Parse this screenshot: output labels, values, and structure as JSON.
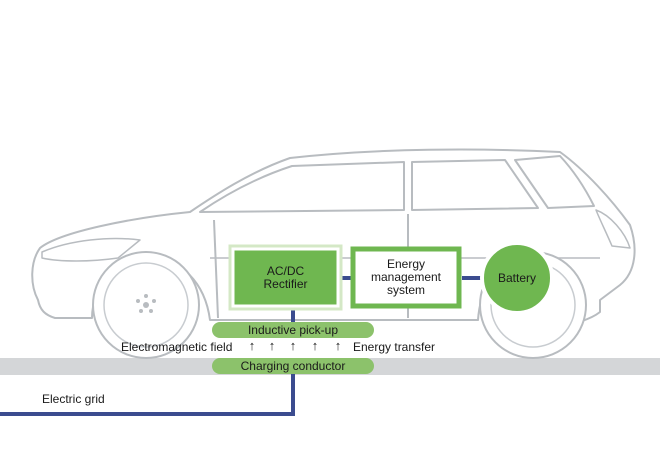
{
  "components": {
    "rectifier": "AC/DC\nRectifier",
    "energy_management": "Energy\nmanagement\nsystem",
    "battery": "Battery"
  },
  "labels": {
    "inductive_pickup": "Inductive pick-up",
    "electromagnetic_field": "Electromagnetic field",
    "energy_transfer": "Energy transfer",
    "charging_conductor": "Charging conductor",
    "electric_grid": "Electric grid"
  },
  "arrow_glyph": "↑",
  "colors": {
    "green_fill": "#6fb750",
    "green_light": "#8cc26b",
    "connector_blue": "#3b4c8f",
    "ground_gray": "#d4d6d8",
    "car_outline": "#b8bcc0"
  }
}
